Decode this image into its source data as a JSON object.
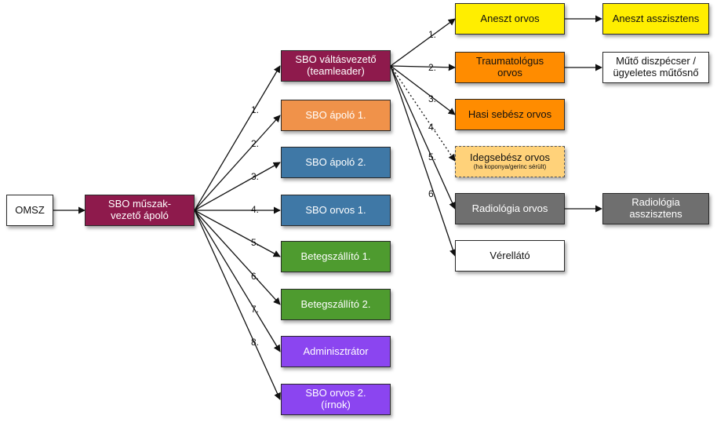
{
  "nodes": {
    "omsz": {
      "label": "OMSZ",
      "color": "#ffffff"
    },
    "muszak": {
      "label": "SBO műszak-\nvezető ápoló",
      "color": "#8e1a4c"
    },
    "valtas": {
      "label": "SBO váltásvezető\n(teamleader)",
      "color": "#8e1a4c"
    },
    "apolo1": {
      "label": "SBO ápoló 1.",
      "color": "#f0924a"
    },
    "apolo2": {
      "label": "SBO ápoló 2.",
      "color": "#3f78a6"
    },
    "orvos1": {
      "label": "SBO orvos 1.",
      "color": "#3f78a6"
    },
    "beteg1": {
      "label": "Betegszállító 1.",
      "color": "#4e9b2f"
    },
    "beteg2": {
      "label": "Betegszállító 2.",
      "color": "#4e9b2f"
    },
    "admin": {
      "label": "Adminisztrátor",
      "color": "#8b45f0"
    },
    "orvos2": {
      "label": "SBO orvos 2.\n(írnok)",
      "color": "#8b45f0"
    },
    "aneszt": {
      "label": "Aneszt orvos",
      "color": "#ffee00"
    },
    "aneszt_asz": {
      "label": "Aneszt asszisztens",
      "color": "#ffee00"
    },
    "trauma": {
      "label": "Traumatológus\norvos",
      "color": "#ff8c00"
    },
    "muto": {
      "label": "Műtő diszpécser /\nügyeletes műtősnő",
      "color": "#ffffff"
    },
    "hasi": {
      "label": "Hasi sebész orvos",
      "color": "#ff8c00"
    },
    "idegseb": {
      "label": "Idegsebész orvos",
      "sub": "(ha koponya/gerinc sérült)",
      "color": "#ffd27a"
    },
    "radio": {
      "label": "Radiológia orvos",
      "color": "#6f6f6f"
    },
    "radio_asz": {
      "label": "Radiológia\nasszisztens",
      "color": "#6f6f6f"
    },
    "ver": {
      "label": "Vérellátó",
      "color": "#ffffff"
    }
  },
  "left_numbers": [
    "1.",
    "2.",
    "3.",
    "4.",
    "5.",
    "6.",
    "7.",
    "8."
  ],
  "right_numbers": [
    "1.",
    "2.",
    "3.",
    "4.",
    "5.",
    "6."
  ]
}
